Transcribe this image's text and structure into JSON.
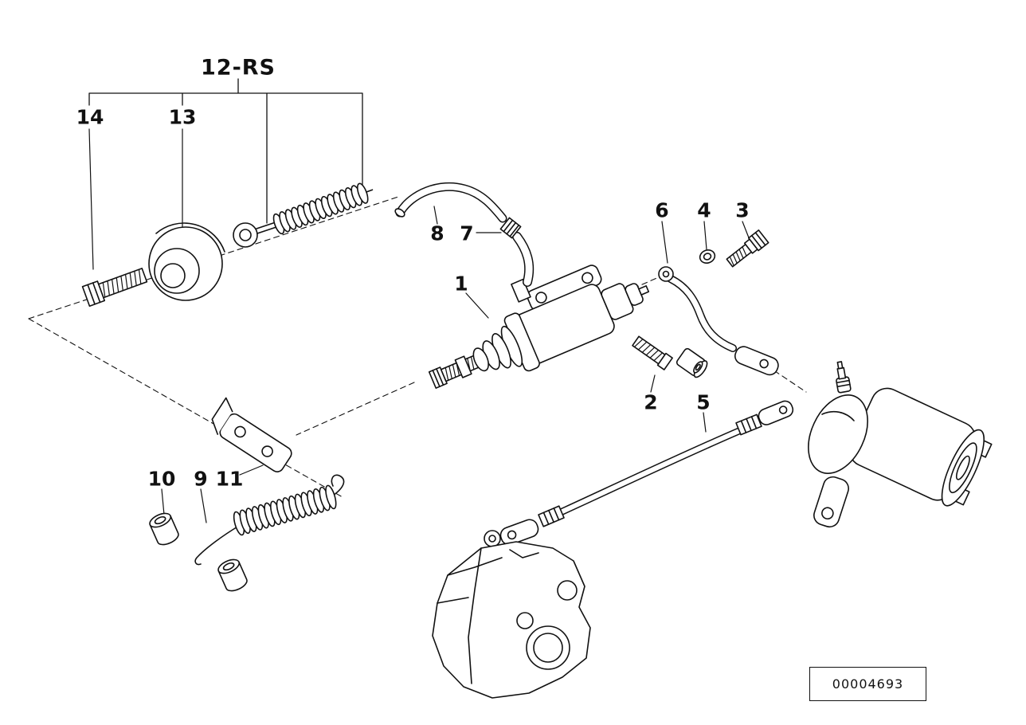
{
  "diagram": {
    "callouts": [
      {
        "label": "12-RS"
      },
      {
        "label": "14"
      },
      {
        "label": "13"
      },
      {
        "label": "8"
      },
      {
        "label": "7"
      },
      {
        "label": "1"
      },
      {
        "label": "6"
      },
      {
        "label": "4"
      },
      {
        "label": "3"
      },
      {
        "label": "2"
      },
      {
        "label": "5"
      },
      {
        "label": "10"
      },
      {
        "label": "9"
      },
      {
        "label": "11"
      }
    ],
    "figure_number": "00004693",
    "colors": {
      "line": "#111111",
      "background": "#ffffff"
    }
  }
}
